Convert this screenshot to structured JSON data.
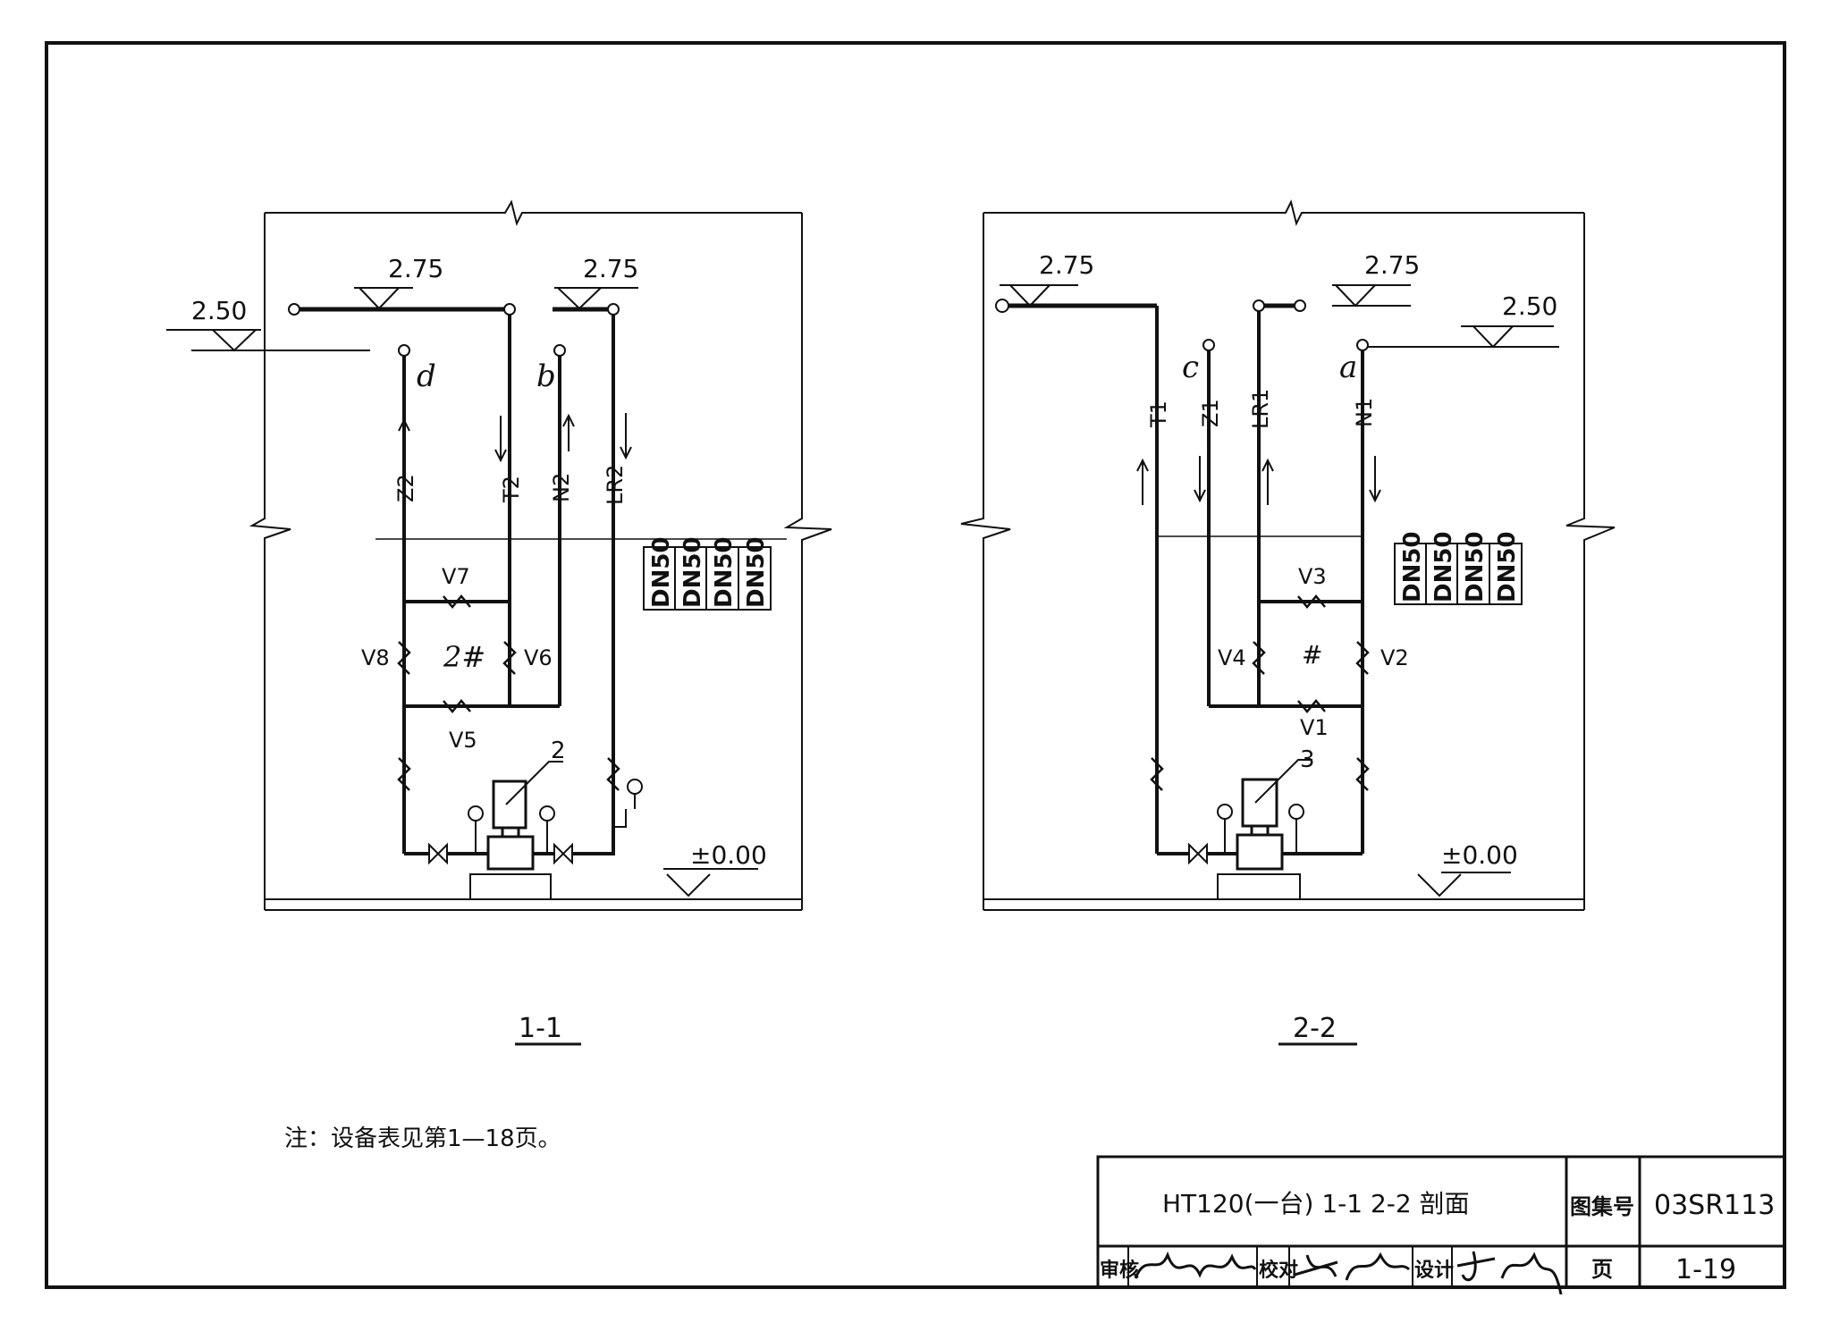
{
  "sections": [
    {
      "label": "1-1",
      "elev_left": "2.50",
      "elev_top1": "2.75",
      "elev_top2": "2.75",
      "elev_floor": "±0.00",
      "ends": [
        "d",
        "b"
      ],
      "pipes": [
        "Z2",
        "T2",
        "N2",
        "LR2"
      ],
      "dn": [
        "DN50",
        "DN50",
        "DN50",
        "DN50"
      ],
      "valves": [
        "V7",
        "V8",
        "V6",
        "V5"
      ],
      "group": "2#",
      "callout": "2"
    },
    {
      "label": "2-2",
      "elev_left": "2.75",
      "elev_mid": "2.75",
      "elev_right": "2.50",
      "elev_floor": "±0.00",
      "ends": [
        "c",
        "a"
      ],
      "pipes": [
        "T1",
        "Z1",
        "LR1",
        "N1"
      ],
      "dn": [
        "DN50",
        "DN50",
        "DN50",
        "DN50"
      ],
      "valves": [
        "V3",
        "V4",
        "V2",
        "V1"
      ],
      "group": "#",
      "callout": "3"
    }
  ],
  "note": "注：设备表见第1—18页。",
  "title_block": {
    "title": "HT120(一台)  1-1  2-2  剖面",
    "atlas_label": "图集号",
    "atlas_no": "03SR113",
    "review_label": "审核",
    "check_label": "校对",
    "design_label": "设计",
    "page_label": "页",
    "page_no": "1-19"
  }
}
